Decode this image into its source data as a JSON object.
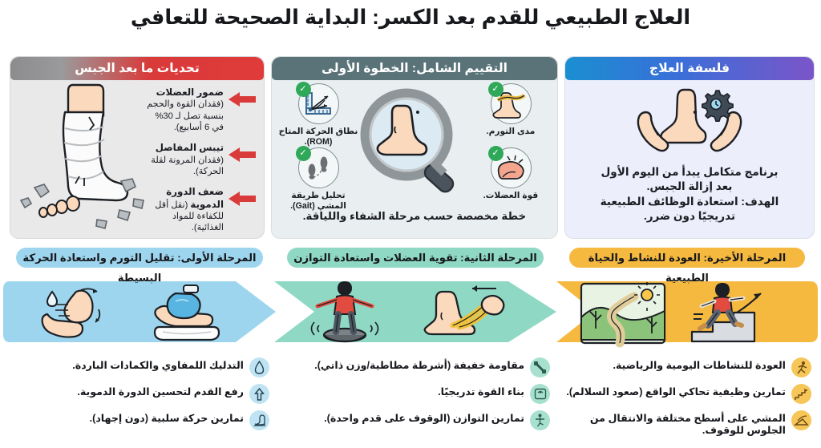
{
  "title": "العلاج الطبيعي للقدم بعد الكسر: البداية الصحيحة للتعافي",
  "colors": {
    "philosophy_header_from": "#1a8fd1",
    "philosophy_header_to": "#7a55c9",
    "assessment_header": "#5a7378",
    "challenges_header": "#d93a3a",
    "phase1": "#9ed5ee",
    "phase2": "#8fd8c4",
    "phase3": "#f6b93f",
    "check_green": "#2fa85a",
    "arrow_red": "#d93a3a"
  },
  "panels": {
    "philosophy": {
      "header": "فلسفة العلاج",
      "icon": "hands-holding-foot-with-gear-icon",
      "body_lines": [
        "برنامج متكامل يبدأ من اليوم الأول",
        "بعد إزالة الجبس.",
        "الهدف: استعادة الوظائف الطبيعية",
        "تدريجيًا دون ضرر."
      ],
      "body_text": "برنامج متكامل يبدأ من اليوم الأول بعد إزالة الجبس. الهدف: استعادة الوظائف الطبيعية تدريجيًا دون ضرر."
    },
    "assessment": {
      "header": "التقييم الشامل: الخطوة الأولى",
      "center_icon": "magnifying-glass-over-foot-icon",
      "items": [
        {
          "label": "مدى التورم.",
          "icon": "measuring-tape-foot-icon",
          "checked": true
        },
        {
          "label": "نطاق الحركة المتاح (ROM).",
          "icon": "protractor-angle-icon",
          "checked": true
        },
        {
          "label": "قوة العضلات.",
          "icon": "flexed-bicep-icon",
          "checked": true
        },
        {
          "label": "تحليل طريقة المشي (Gait).",
          "icon": "footprints-path-icon",
          "checked": true
        }
      ],
      "footer": "خطة مخصصة حسب مرحلة الشفاء واللياقة."
    },
    "challenges": {
      "header": "تحديات ما بعد الجبس",
      "image": "cast-wrapped-foot-breaking-icon",
      "items": [
        {
          "title": "ضمور العضلات",
          "detail": "(فقدان القوة والحجم بنسبة تصل لـ 30% في 6 أسابيع).",
          "arrow": "arrow-left-red-icon"
        },
        {
          "title": "تيبس المفاصل",
          "detail": "(فقدان المرونة لقلة الحركة).",
          "arrow": "arrow-left-red-icon"
        },
        {
          "title": "ضعف الدورة الدموية",
          "detail": "(نقل أقل للكفاءة للمواد الغذائية).",
          "arrow": "arrow-left-red-icon"
        }
      ]
    }
  },
  "phases": [
    {
      "header": "المرحلة الأولى: تقليل التورم واستعادة الحركة البسيطة",
      "art": [
        "ice-pack-on-foot-icon",
        "lymphatic-massage-hands-icon"
      ],
      "bullets": [
        {
          "text": "التدليك اللمفاوي والكمادات الباردة.",
          "icon": "water-drop-icon"
        },
        {
          "text": "رفع القدم لتحسين الدورة الدموية.",
          "icon": "arrow-up-icon"
        },
        {
          "text": "تمارين حركة سلبية (دون إجهاد).",
          "icon": "foot-motion-icon"
        }
      ]
    },
    {
      "header": "المرحلة الثانية: تقوية العضلات واستعادة التوازن",
      "art": [
        "resistance-band-foot-icon",
        "balance-board-person-icon"
      ],
      "bullets": [
        {
          "text": "مقاومة خفيفة (أشرطة مطاطية/وزن ذاتي).",
          "icon": "dumbbell-icon"
        },
        {
          "text": "بناء القوة تدريجيًا.",
          "icon": "weight-scale-icon"
        },
        {
          "text": "تمارين التوازن (الوقوف على قدم واحدة).",
          "icon": "balance-person-icon"
        }
      ]
    },
    {
      "header": "المرحلة الأخيرة: العودة للنشاط والحياة الطبيعية",
      "art": [
        "person-climbing-stairs-icon",
        "outdoor-path-landscape-icon"
      ],
      "bullets": [
        {
          "text": "العودة للنشاطات اليومية والرياضية.",
          "icon": "running-person-icon"
        },
        {
          "text": "تمارين وظيفية تحاكي الواقع (صعود السلالم).",
          "icon": "stairs-arrow-icon"
        },
        {
          "text": "المشي على أسطح مختلفة والانتقال من الجلوس للوقوف.",
          "icon": "walking-surface-icon"
        }
      ]
    }
  ]
}
